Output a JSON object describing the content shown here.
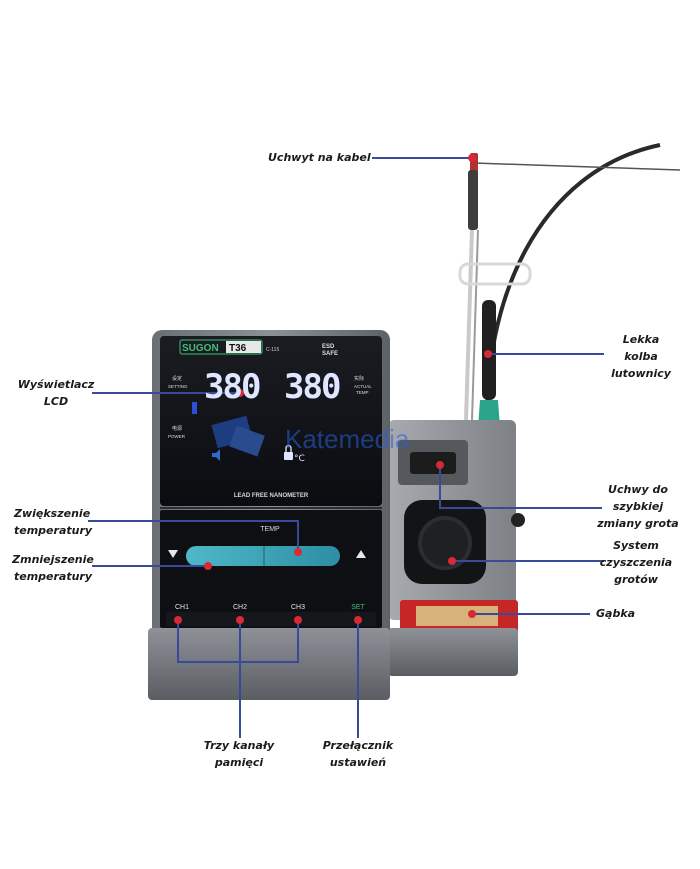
{
  "device": {
    "brand": "SUGON",
    "model": "T36",
    "submodel": "C-115",
    "esd_badge": "ESD\nSAFE",
    "setting_cn": "设定",
    "setting_label": "SETTING",
    "actual_cn": "实际",
    "actual_label": "ACTUAL\nTEMP",
    "power_cn": "电源",
    "power_label": "POWER",
    "set_temp": "380",
    "actual_temp": "380",
    "unit": "°C",
    "tagline": "LEAD FREE NANOMETER",
    "temp_label": "TEMP",
    "channels": [
      "CH1",
      "CH2",
      "CH3"
    ],
    "set_label": "SET",
    "watermark": "Katemedia"
  },
  "callouts": {
    "cable_holder": "Uchwyt na kabel",
    "iron": "Lekka\nkolba\nlutownicy",
    "lcd": "Wyświetlacz\nLCD",
    "tip_holder": "Uchwy do\nszybkiej\nzmiany grota",
    "temp_up": "Zwiększenie\ntemperatury",
    "temp_down": "Zmniejszenie\ntemperatury",
    "cleaning": "System\nczyszczenia\ngrotów",
    "sponge": "Gąbka",
    "memory": "Trzy kanały\npamięci",
    "settings": "Przełącznik\nustawień"
  },
  "colors": {
    "leader": "#3a4a9a",
    "dot": "#d62a36",
    "lcd_digits": "#dfe6ff",
    "accent_teal": "#2aa58a",
    "sponge_tray": "#c62626"
  }
}
